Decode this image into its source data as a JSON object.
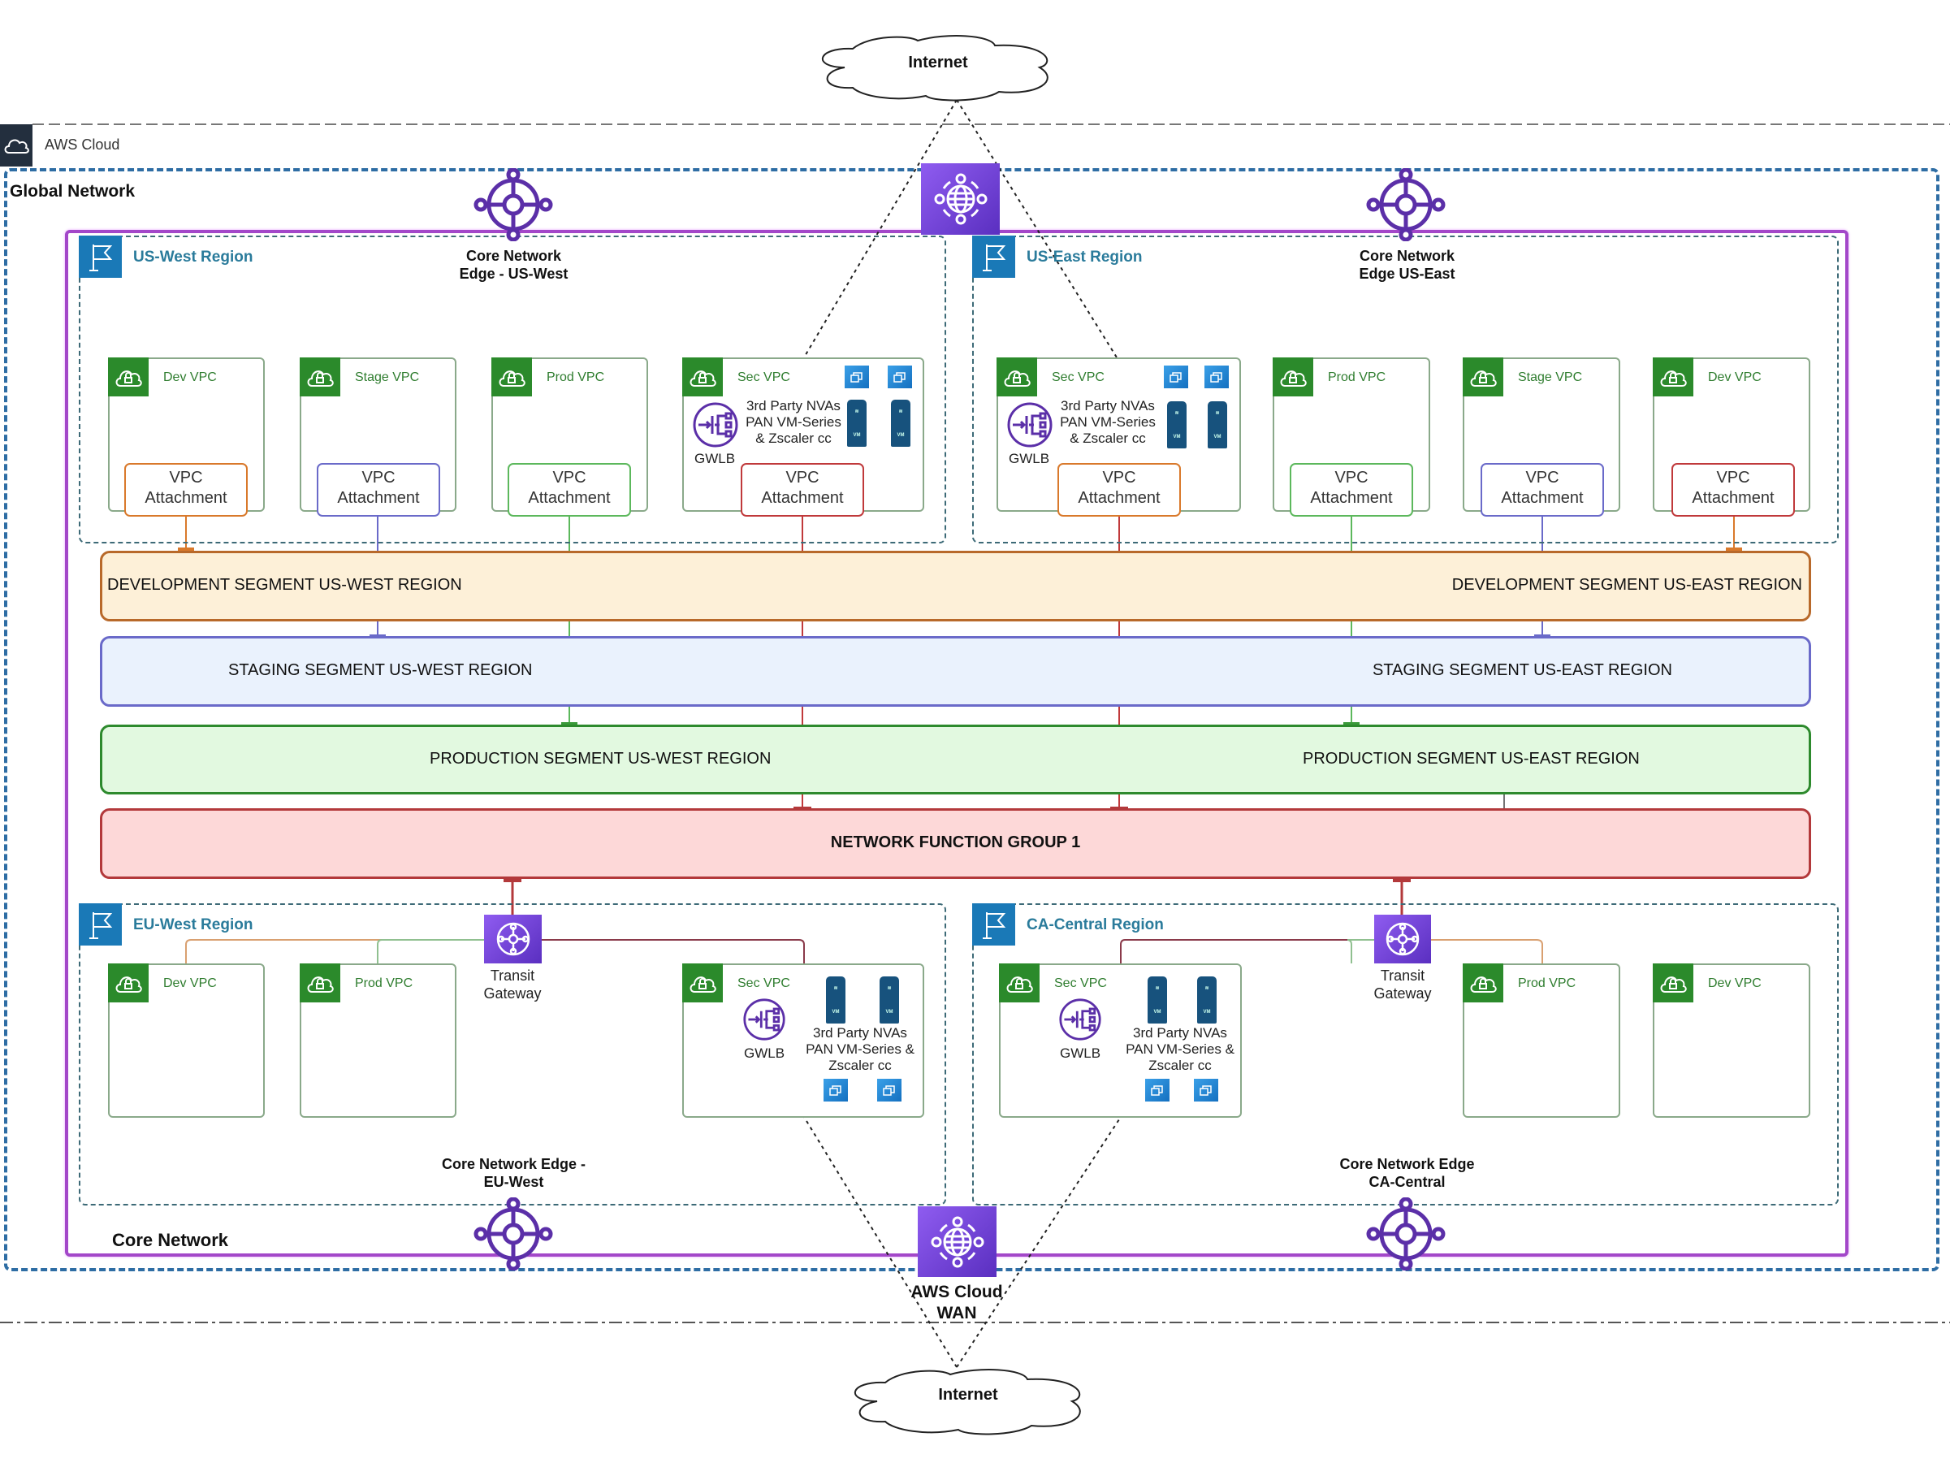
{
  "internet_top": {
    "label": "Internet"
  },
  "internet_bottom": {
    "label": "Internet"
  },
  "aws_cloud": {
    "label": "AWS Cloud"
  },
  "global_network": {
    "label": "Global Network"
  },
  "core_network": {
    "label": "Core Network"
  },
  "cloud_wan": {
    "label_line1": "AWS Cloud",
    "label_line2": "WAN"
  },
  "edges": {
    "us_west": {
      "line1": "Core Network",
      "line2": "Edge - US-West"
    },
    "us_east": {
      "line1": "Core Network",
      "line2": "Edge US-East"
    },
    "eu_west": {
      "line1": "Core Network Edge -",
      "line2": "EU-West"
    },
    "ca_central": {
      "line1": "Core Network Edge",
      "line2": "CA-Central"
    }
  },
  "regions": {
    "us_west": {
      "title": "US-West Region",
      "vpcs": [
        {
          "name": "Dev VPC",
          "attachment": [
            "VPC",
            "Attachment"
          ],
          "color": "#d9792b"
        },
        {
          "name": "Stage VPC",
          "attachment": [
            "VPC",
            "Attachment"
          ],
          "color": "#6a6ac9"
        },
        {
          "name": "Prod VPC",
          "attachment": [
            "VPC",
            "Attachment"
          ],
          "color": "#5cb85c"
        },
        {
          "name": "Sec VPC",
          "attachment": [
            "VPC",
            "Attachment"
          ],
          "color": "#c0393b",
          "gwlb": "GWLB",
          "nva": [
            "3rd Party NVAs",
            "PAN VM-Series",
            "& Zscaler cc"
          ]
        }
      ]
    },
    "us_east": {
      "title": "US-East Region",
      "vpcs": [
        {
          "name": "Sec VPC",
          "attachment": [
            "VPC",
            "Attachment"
          ],
          "color": "#d9792b",
          "gwlb": "GWLB",
          "nva": [
            "3rd Party NVAs",
            "PAN VM-Series",
            "& Zscaler cc"
          ]
        },
        {
          "name": "Prod VPC",
          "attachment": [
            "VPC",
            "Attachment"
          ],
          "color": "#5cb85c"
        },
        {
          "name": "Stage VPC",
          "attachment": [
            "VPC",
            "Attachment"
          ],
          "color": "#6a6ac9"
        },
        {
          "name": "Dev VPC",
          "attachment": [
            "VPC",
            "Attachment"
          ],
          "color": "#c0393b"
        }
      ]
    },
    "eu_west": {
      "title": "EU-West Region",
      "tgw": [
        "Transit",
        "Gateway"
      ],
      "vpcs": [
        {
          "name": "Dev VPC"
        },
        {
          "name": "Prod VPC"
        },
        {
          "name": "Sec VPC",
          "gwlb": "GWLB",
          "nva": [
            "3rd Party NVAs",
            "PAN VM-Series &",
            "Zscaler cc"
          ]
        }
      ]
    },
    "ca_central": {
      "title": "CA-Central Region",
      "tgw": [
        "Transit",
        "Gateway"
      ],
      "vpcs": [
        {
          "name": "Sec VPC",
          "gwlb": "GWLB",
          "nva": [
            "3rd Party NVAs",
            "PAN VM-Series &",
            "Zscaler cc"
          ]
        },
        {
          "name": "Prod VPC"
        },
        {
          "name": "Dev VPC"
        }
      ]
    }
  },
  "segments": {
    "development": {
      "west": "DEVELOPMENT SEGMENT US-WEST REGION",
      "east": "DEVELOPMENT SEGMENT US-EAST REGION",
      "fill": "#fdf0d8",
      "stroke": "#b8692a"
    },
    "staging": {
      "west": "STAGING SEGMENT US-WEST REGION",
      "east": "STAGING SEGMENT US-EAST REGION",
      "fill": "#eaf2fd",
      "stroke": "#6a6ac9"
    },
    "production": {
      "west": "PRODUCTION SEGMENT US-WEST REGION",
      "east": "PRODUCTION SEGMENT US-EAST REGION",
      "fill": "#e2f9e0",
      "stroke": "#2d8a2d"
    },
    "nfg": {
      "label": "NETWORK FUNCTION GROUP 1",
      "fill": "#fdd8d8",
      "stroke": "#b3393b"
    }
  },
  "colors": {
    "global_border": "#2e6da4",
    "core_border": "#a347c9",
    "region_title": "#2a7b9b",
    "vpc_header": "#2b8a2b",
    "aws_purple": "#6b3fd4"
  }
}
